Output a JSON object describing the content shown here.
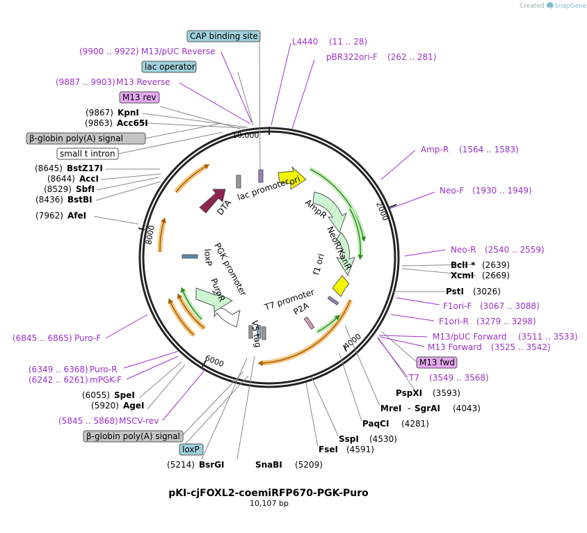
{
  "header": {
    "created_by": "Created by",
    "brand": "SnapGene"
  },
  "plasmid": {
    "name": "pKI-cjFOXL2-coemiRFP670-PGK-Puro",
    "length_label": "10,107 bp"
  },
  "ticks": [
    "10,000",
    "2000",
    "4000",
    "6000",
    "8000"
  ],
  "boxed_labels": {
    "cap": "CAP binding site",
    "lacop": "lac operator",
    "m13rev": "M13 rev",
    "bglobin1": "β-globin poly(A) signal",
    "smallt": "small t intron",
    "m13fwd": "M13 fwd",
    "bglobin2": "β-globin poly(A) signal",
    "loxp": "loxP"
  },
  "primers": {
    "m13puc_rev": {
      "range": "(9900 .. 9922)",
      "name": "M13/pUC Reverse"
    },
    "m13_rev": {
      "range": "(9887 .. 9903)",
      "name": "M13 Reverse"
    },
    "l4440": {
      "name": "L4440",
      "range": "(11 .. 28)"
    },
    "pbr322": {
      "name": "pBR322ori-F",
      "range": "(262 .. 281)"
    },
    "ampr": {
      "name": "Amp-R",
      "range": "(1564 .. 1583)"
    },
    "neof": {
      "name": "Neo-F",
      "range": "(1930 .. 1949)"
    },
    "neor": {
      "name": "Neo-R",
      "range": "(2540 .. 2559)"
    },
    "f1orif": {
      "name": "F1ori-F",
      "range": "(3067 .. 3088)"
    },
    "f1orir": {
      "name": "F1ori-R",
      "range": "(3279 .. 3298)"
    },
    "m13puc_fwd": {
      "name": "M13/pUC Forward",
      "range": "(3511 .. 3533)"
    },
    "m13_fwd": {
      "name": "M13 Forward",
      "range": "(3525 .. 3542)"
    },
    "t7": {
      "name": "T7",
      "range": "(3549 .. 3568)"
    },
    "purof": {
      "range": "(6845 .. 6865)",
      "name": "Puro-F"
    },
    "puror": {
      "range": "(6349 .. 6368)",
      "name": "Puro-R"
    },
    "mpgkf": {
      "range": "(6242 .. 6261)",
      "name": "mPGK-F"
    },
    "msvc": {
      "range": "(5845 .. 5868)",
      "name": "MSCV-rev"
    }
  },
  "enzymes": {
    "kpni": {
      "pos": "(9867)",
      "name": "KpnI"
    },
    "acc65i": {
      "pos": "(9863)",
      "name": "Acc65I"
    },
    "bstz17i": {
      "pos": "(8645)",
      "name": "BstZ17I"
    },
    "acci": {
      "pos": "(8644)",
      "name": "AccI"
    },
    "sbfi": {
      "pos": "(8529)",
      "name": "SbfI"
    },
    "bstbi": {
      "pos": "(8436)",
      "name": "BstBI"
    },
    "afei": {
      "pos": "(7962)",
      "name": "AfeI"
    },
    "bcli": {
      "name": "BclI *",
      "pos": "(2639)"
    },
    "xcmi": {
      "name": "XcmI",
      "pos": "(2669)"
    },
    "psti": {
      "name": "PstI",
      "pos": "(3026)"
    },
    "pspxi": {
      "name": "PspXI",
      "pos": "(3593)"
    },
    "mrei": {
      "name": "MreI",
      "dash": "-",
      "name2": "SgrAI",
      "pos": "(4043)"
    },
    "paqci": {
      "name": "PaqCI",
      "pos": "(4281)"
    },
    "sspi": {
      "name": "SspI",
      "pos": "(4530)"
    },
    "fsei": {
      "name": "FseI",
      "pos": "(4591)"
    },
    "snabi": {
      "name": "SnaBI",
      "pos": "(5209)"
    },
    "bsrgi": {
      "pos": "(5214)",
      "name": "BsrGI"
    },
    "spei": {
      "pos": "(6055)",
      "name": "SpeI"
    },
    "agei": {
      "pos": "(5920)",
      "name": "AgeI"
    }
  },
  "features": {
    "ori": "ori",
    "ampr": "AmpR",
    "neor": "NeoR/KanR",
    "f1ori": "f1 ori",
    "t7prom": "T7 promoter",
    "p2a": "P2A",
    "v5tag": "V5 tag",
    "puror": "PuroR",
    "pgkprom": "PGK promoter",
    "loxp": "loxP",
    "dta": "DTA",
    "lacprom": "lac promoter"
  },
  "colors": {
    "backbone": "#222222",
    "primer": "#9b30c9",
    "box_blue": "#9ed0dc",
    "box_purple": "#e3a8ee",
    "box_gray": "#c4c4c4",
    "ori": "#f5f500",
    "ampr": "#cdf5d2",
    "orf": "#f5a623",
    "dta": "#8e2452"
  }
}
